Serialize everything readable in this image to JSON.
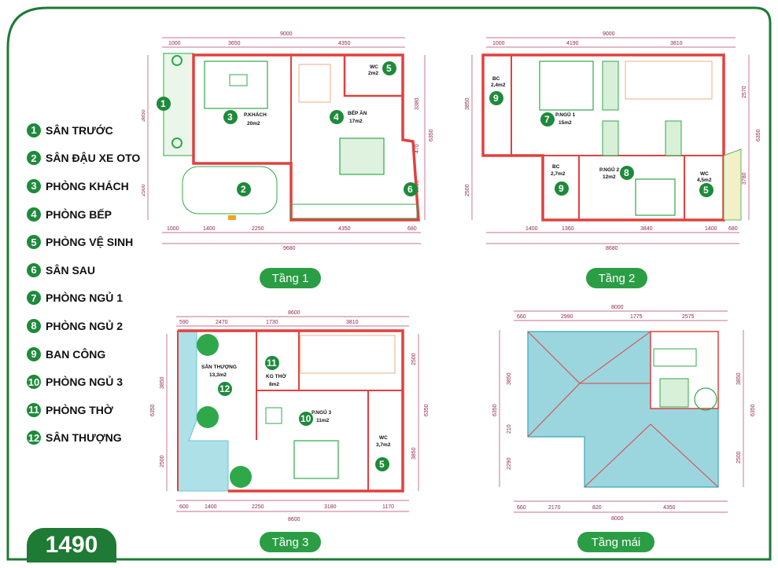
{
  "colors": {
    "brand_green": "#1e8a3b",
    "wall_red": "#e2403e",
    "plan_green": "#2fa84a",
    "roof_teal": "#69c3cf",
    "dim_magenta": "#b1406e"
  },
  "legend": [
    {
      "n": "1",
      "label": "SÂN TRƯỚC"
    },
    {
      "n": "2",
      "label": "SÂN ĐẬU XE OTO"
    },
    {
      "n": "3",
      "label": "PHÒNG KHÁCH"
    },
    {
      "n": "4",
      "label": "PHÒNG BẾP"
    },
    {
      "n": "5",
      "label": "PHÒNG VỆ SINH"
    },
    {
      "n": "6",
      "label": "SÂN SAU"
    },
    {
      "n": "7",
      "label": "PHÒNG NGỦ 1"
    },
    {
      "n": "8",
      "label": "PHÒNG NGỦ 2"
    },
    {
      "n": "9",
      "label": "BAN CÔNG"
    },
    {
      "n": "10",
      "label": "PHÒNG NGỦ 3"
    },
    {
      "n": "11",
      "label": "PHÒNG THỜ"
    },
    {
      "n": "12",
      "label": "SÂN THƯỢNG"
    }
  ],
  "plan_code": "1490",
  "floors": {
    "f1": {
      "title": "Tầng 1",
      "dims_top": [
        "9000",
        "1000",
        "3650",
        "4350"
      ],
      "dims_bottom": [
        "1000",
        "1400",
        "2250",
        "4350",
        "680",
        "9680"
      ],
      "dims_side": [
        "3850",
        "2500",
        "6350",
        "3380",
        "470",
        "2500"
      ],
      "rooms": {
        "khach": "P.KHÁCH",
        "khach_area": "20m2",
        "bep": "BẾP ĂN",
        "bep_area": "17m2",
        "wc": "WC",
        "wc_area": "2m2"
      }
    },
    "f2": {
      "title": "Tầng 2",
      "dims_top": [
        "9000",
        "1000",
        "4190",
        "3810"
      ],
      "dims_bottom": [
        "1400",
        "1360",
        "3840",
        "1400",
        "680",
        "8680"
      ],
      "dims_side": [
        "3850",
        "2500",
        "6350",
        "2570",
        "3780",
        "6350"
      ],
      "rooms": {
        "bc1": "BC",
        "bc1_area": "2,4m2",
        "ngu1": "P.NGỦ 1",
        "ngu1_area": "15m2",
        "bc2": "BC",
        "bc2_area": "2,7m2",
        "ngu2": "P.NGỦ 2",
        "ngu2_area": "12m2",
        "wc": "WC",
        "wc_area": "4,5m2"
      }
    },
    "f3": {
      "title": "Tầng 3",
      "dims_top": [
        "8600",
        "590",
        "2470",
        "1730",
        "3810"
      ],
      "dims_bottom": [
        "600",
        "1400",
        "2250",
        "3180",
        "1170",
        "8600"
      ],
      "dims_side": [
        "3850",
        "6350",
        "2500",
        "2500",
        "6350",
        "3850"
      ],
      "rooms": {
        "san": "SÂN THƯỢNG",
        "san_area": "13,3m2",
        "tho": "KG THỜ",
        "tho_area": "8m2",
        "ngu3": "P.NGỦ 3",
        "ngu3_area": "11m2",
        "wc": "WC",
        "wc_area": "3,7m2"
      }
    },
    "roof": {
      "title": "Tầng mái",
      "dims_top": [
        "8000",
        "660",
        "2990",
        "1775",
        "2575"
      ],
      "dims_bottom": [
        "660",
        "2170",
        "820",
        "4350",
        "8000"
      ],
      "dims_side": [
        "6350",
        "3850",
        "210",
        "2290",
        "3850",
        "2500",
        "6350"
      ]
    }
  }
}
